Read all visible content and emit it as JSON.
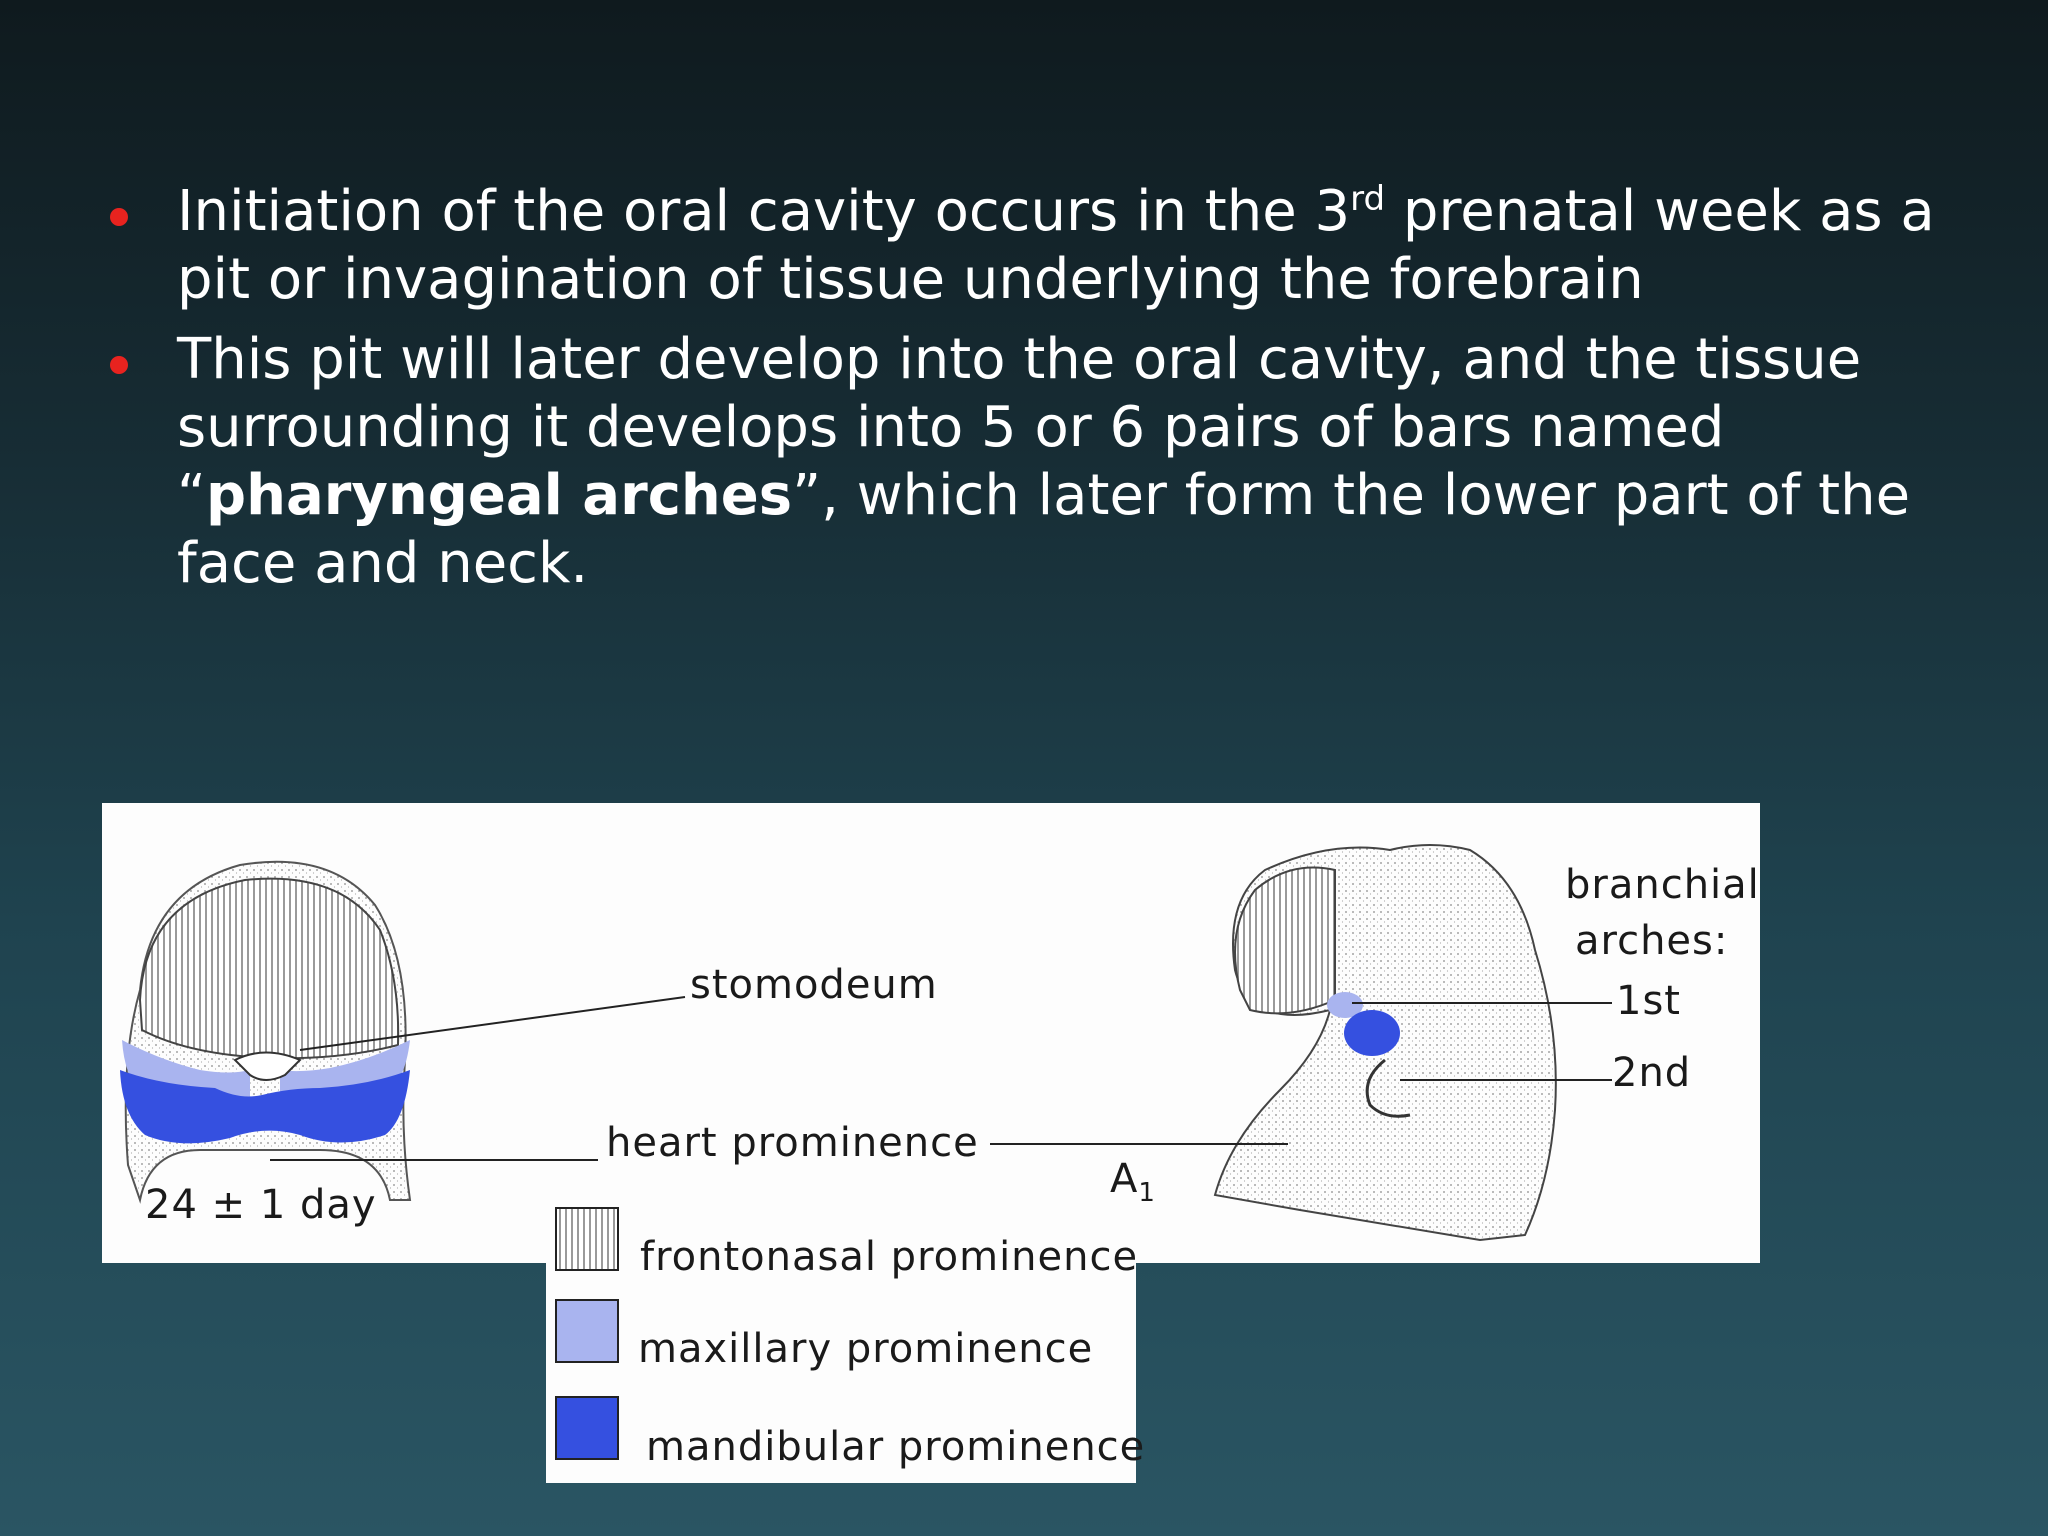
{
  "bullets": [
    {
      "text_before": "Initiation of the oral cavity occurs in the 3",
      "superscript": "rd",
      "text_after": " prenatal week as a pit or invagination of tissue underlying the forebrain"
    },
    {
      "text_before": "This pit will later develop into the oral cavity, and the tissue surrounding it develops into 5 or 6 pairs of bars named “",
      "bold": "pharyngeal arches",
      "text_after": "”, which later form the lower part of the face and neck."
    }
  ],
  "figure": {
    "labels": {
      "stomodeum": "stomodeum",
      "heart_prominence": "heart prominence",
      "age": "24 ± 1 day",
      "branchial_line1": "branchial",
      "branchial_line2": "arches:",
      "first": "1st",
      "second": "2nd",
      "view_label_letter": "A",
      "view_label_sub": "1"
    },
    "legend": [
      {
        "label": "frontonasal prominence",
        "pattern": "vertical-stripes"
      },
      {
        "label": "maxillary prominence",
        "color": "#a9b4ef"
      },
      {
        "label": "mandibular prominence",
        "color": "#3550e0"
      }
    ]
  },
  "colors": {
    "bullet": "#e8231f",
    "maxillary": "#a9b4ef",
    "mandibular": "#3550e0"
  }
}
